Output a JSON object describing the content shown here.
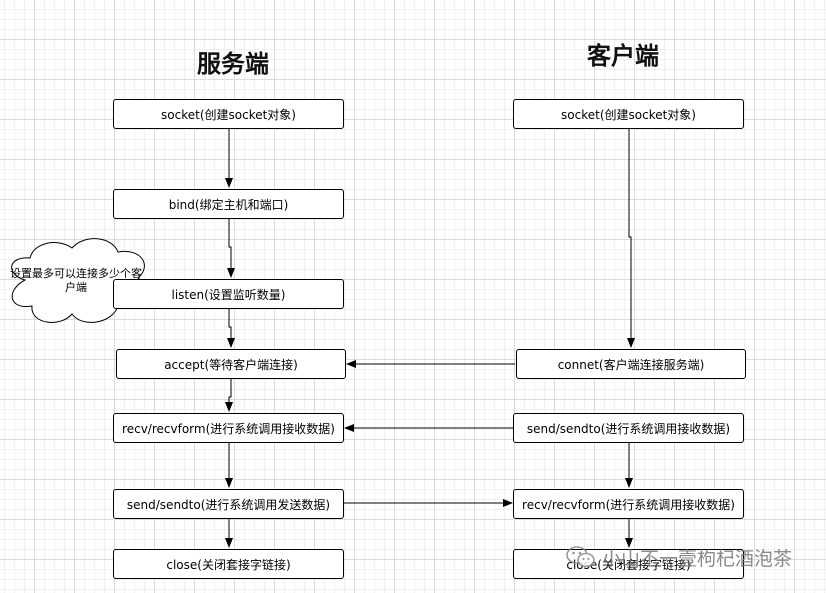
{
  "titles": {
    "server": "服务端",
    "client": "客户端"
  },
  "server": {
    "socket": "socket(创建socket对象)",
    "bind": "bind(绑定主机和端口)",
    "listen": "listen(设置监听数量)",
    "accept": "accept(等待客户端连接)",
    "recv": "recv/recvform(进行系统调用接收数据)",
    "send": "send/sendto(进行系统调用发送数据)",
    "close": "close(关闭套接字链接)"
  },
  "client": {
    "socket": "socket(创建socket对象)",
    "connect": "connet(客户端连接服务端)",
    "send": "send/sendto(进行系统调用接收数据)",
    "recv": "recv/recvform(进行系统调用接收数据)",
    "close": "close(关闭套接字链接)"
  },
  "note": {
    "text": "设置最多可以连接多少个客户端"
  },
  "watermark": {
    "text": "小山不一壹枸杞酒泡茶",
    "icon": "wechat-icon"
  }
}
